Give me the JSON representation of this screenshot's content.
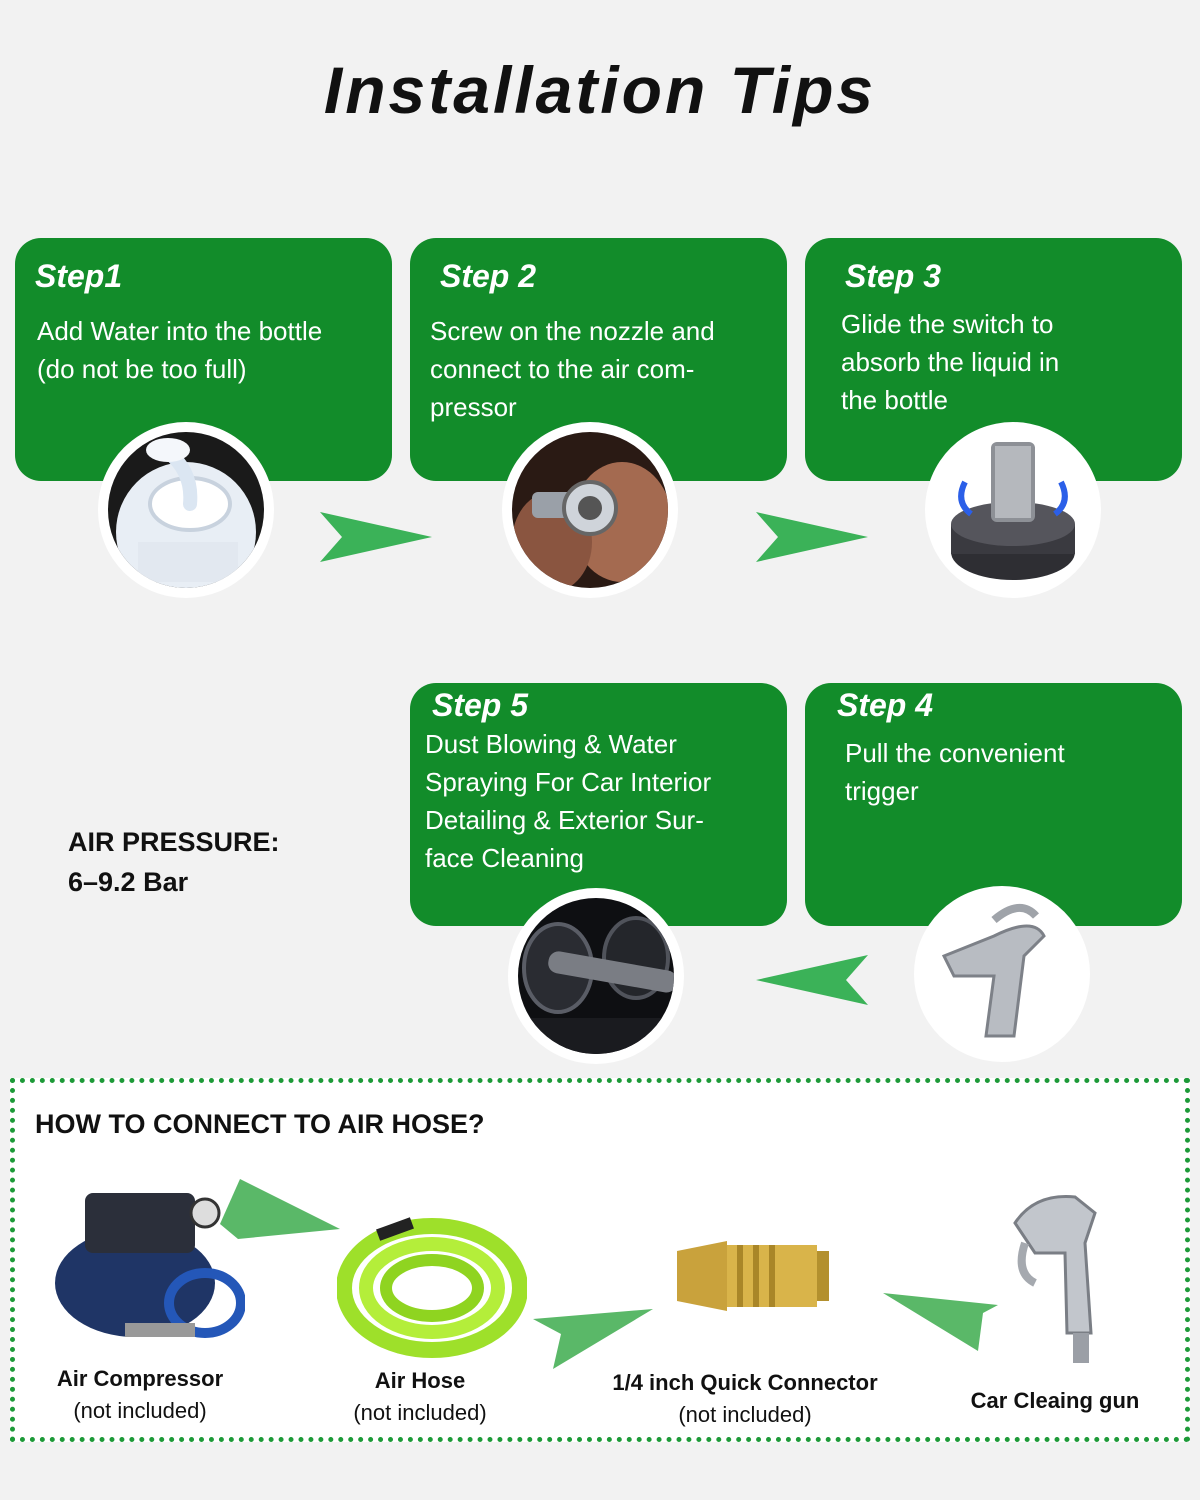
{
  "title": "Installation Tips",
  "steps": [
    {
      "title": "Step1",
      "lines": [
        "Add Water into the bottle",
        "(do not be too full)"
      ]
    },
    {
      "title": "Step 2",
      "lines": [
        "Screw on the nozzle and",
        "connect to the air com-",
        "pressor"
      ]
    },
    {
      "title": "Step 3",
      "lines": [
        "Glide the switch to",
        "absorb the liquid in",
        "the bottle"
      ]
    },
    {
      "title": "Step 4",
      "lines": [
        "Pull the convenient",
        "trigger"
      ]
    },
    {
      "title": "Step 5",
      "lines": [
        "Dust Blowing & Water",
        "Spraying For Car Interior",
        "Detailing & Exterior Sur-",
        "face Cleaning"
      ]
    }
  ],
  "pressure": {
    "label": "AIR PRESSURE:",
    "value": "6–9.2 Bar"
  },
  "connect": {
    "title": "HOW TO CONNECT TO AIR HOSE?",
    "items": [
      {
        "name": "Air Compressor",
        "note": "(not included)"
      },
      {
        "name": "Air Hose",
        "note": "(not included)"
      },
      {
        "name": "1/4 inch Quick Connector",
        "note": "(not included)"
      },
      {
        "name": "Car Cleaing gun",
        "note": ""
      }
    ]
  },
  "colors": {
    "card": "#128c2a",
    "arrow": "#3bb258",
    "border": "#1d9a38"
  }
}
